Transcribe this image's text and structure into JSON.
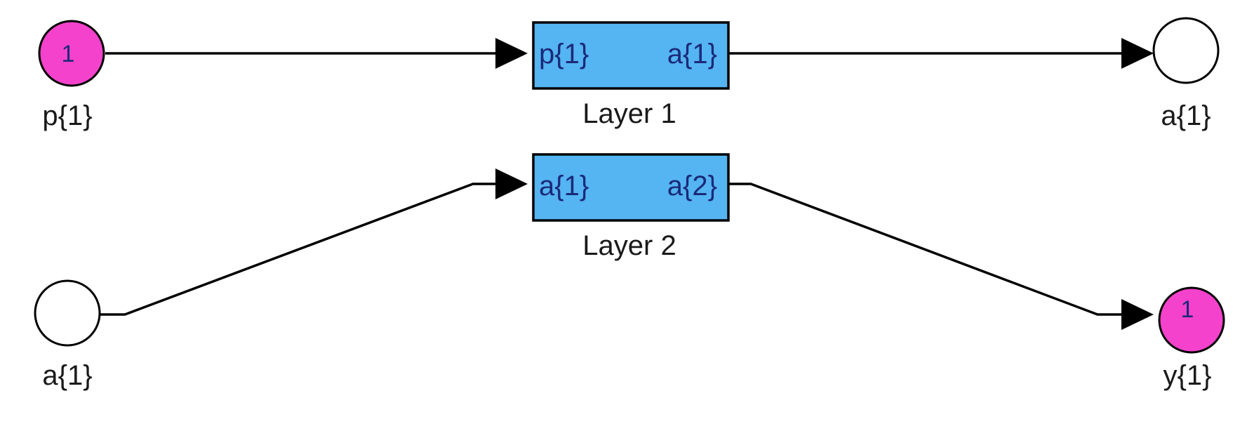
{
  "colors": {
    "block_fill": "#55B4F2",
    "source_fill": "#F542CC",
    "line": "#000000",
    "port_text": "#1A2A78",
    "label_text": "#1A1A1A"
  },
  "inputs": {
    "p1": {
      "label": "p{1}",
      "number": "1"
    },
    "a1": {
      "label": "a{1}"
    }
  },
  "layers": {
    "layer1": {
      "label": "Layer 1",
      "in_port": "p{1}",
      "out_port": "a{1}"
    },
    "layer2": {
      "label": "Layer 2",
      "in_port": "a{1}",
      "out_port": "a{2}"
    }
  },
  "outputs": {
    "a1": {
      "label": "a{1}"
    },
    "y1": {
      "label": "y{1}",
      "number": "1"
    }
  }
}
